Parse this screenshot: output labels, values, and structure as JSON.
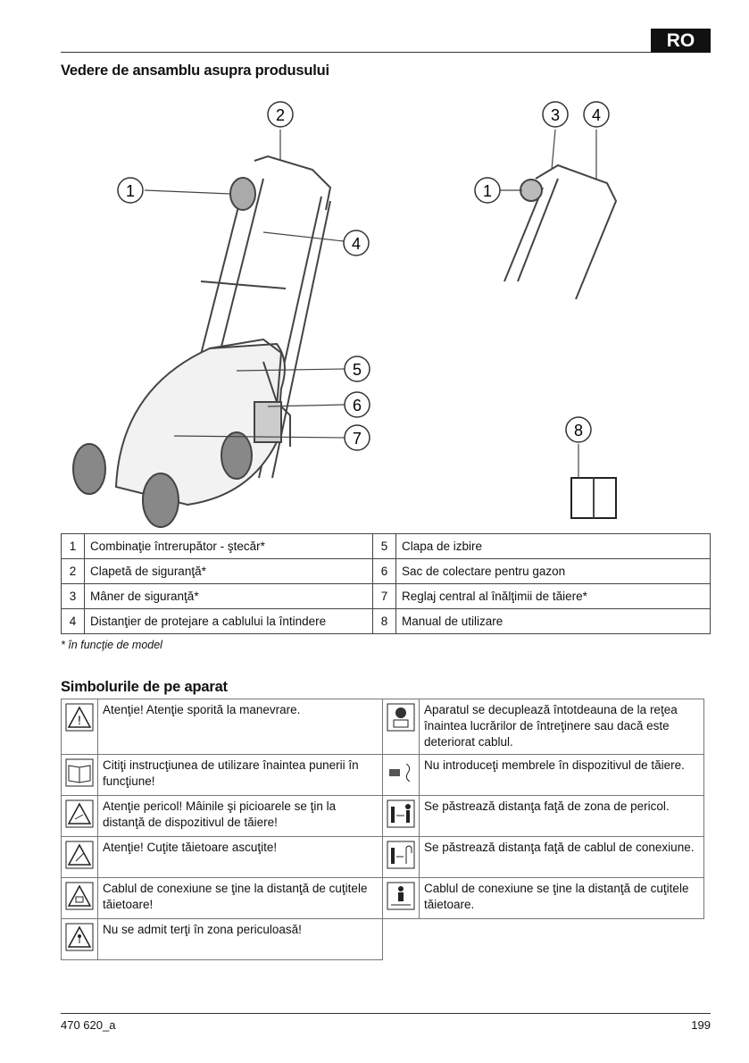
{
  "header": {
    "lang": "RO"
  },
  "overview": {
    "title": "Vedere de ansamblu asupra produsului",
    "callouts": [
      "1",
      "2",
      "1",
      "3",
      "4",
      "4",
      "5",
      "6",
      "7",
      "8"
    ],
    "parts": [
      {
        "n": "1",
        "label": "Combinaţie întrerupător - ştecăr*",
        "n2": "5",
        "label2": "Clapa de izbire"
      },
      {
        "n": "2",
        "label": "Clapetă de siguranţă*",
        "n2": "6",
        "label2": "Sac de colectare pentru gazon"
      },
      {
        "n": "3",
        "label": "Mâner de siguranţă*",
        "n2": "7",
        "label2": "Reglaj central al înălţimii de tăiere*"
      },
      {
        "n": "4",
        "label": "Distanţier de protejare a cablului la întindere",
        "n2": "8",
        "label2": "Manual de utilizare"
      }
    ],
    "note": "* în funcţie de model"
  },
  "symbols": {
    "title": "Simbolurile de pe aparat",
    "rows": [
      {
        "a": "Atenţie! Atenţie sporită la manevrare.",
        "b": "Aparatul se decuplează întotdeauna de la reţea înaintea lucrărilor de întreţinere sau dacă este deteriorat cablul."
      },
      {
        "a": "Citiţi instrucţiunea de utilizare înaintea punerii în funcţiune!",
        "b": "Nu introduceţi membrele în dispozitivul de tăiere."
      },
      {
        "a": "Atenţie pericol! Mâinile şi picioarele se ţin la distanţă de dispozitivul de tăiere!",
        "b": "Se păstrează distanţa faţă de zona de pericol."
      },
      {
        "a": "Atenţie! Cuţite tăietoare ascuţite!",
        "b": "Se păstrează distanţa faţă de cablul de conexiune."
      },
      {
        "a": "Cablul de conexiune se ţine la distanţă de cuţitele tăietoare!",
        "b": "Cablul de conexiune se ţine la distanţă de cuţitele tăietoare."
      },
      {
        "a": "Nu se admit terţi în zona periculoasă!",
        "b": ""
      }
    ]
  },
  "footer": {
    "doc": "470 620_a",
    "page": "199"
  }
}
